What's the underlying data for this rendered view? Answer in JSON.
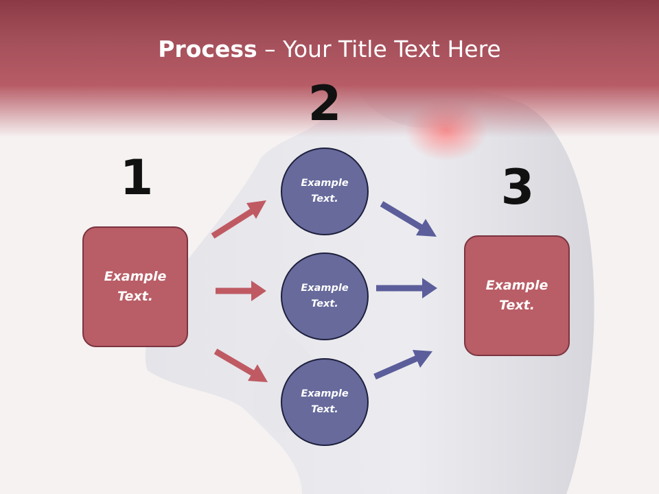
{
  "slide": {
    "title_bold": "Process",
    "title_rest": " – Your Title Text Here",
    "steps": {
      "one": "1",
      "two": "2",
      "three": "3"
    },
    "left_box": {
      "line1": "Example",
      "line2": "Text."
    },
    "right_box": {
      "line1": "Example",
      "line2": "Text."
    },
    "circles": [
      {
        "line1": "Example",
        "line2": "Text."
      },
      {
        "line1": "Example",
        "line2": "Text."
      },
      {
        "line1": "Example",
        "line2": "Text."
      }
    ]
  },
  "colors": {
    "header": "#a4505b",
    "box_fill": "#b95d66",
    "box_border": "#7a3440",
    "circle_fill": "#676a9b",
    "circle_border": "#1d1f3c",
    "red_arrow": "#bf5a63",
    "blue_arrow": "#5b5e9a",
    "pain_glow": "#ff8a8a"
  }
}
